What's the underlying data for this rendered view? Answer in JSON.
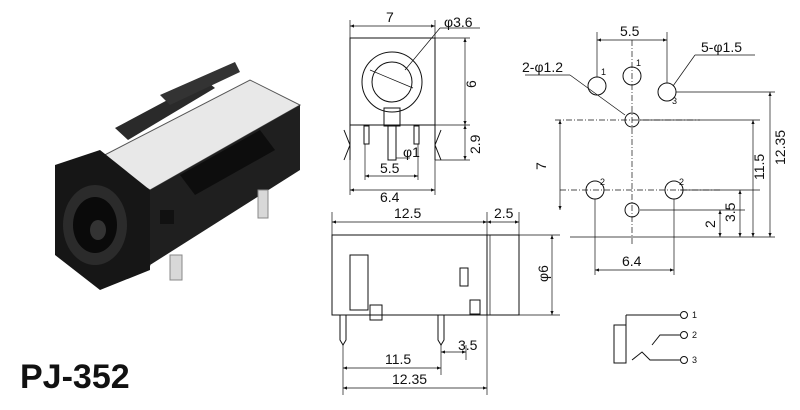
{
  "model": "PJ-352",
  "top_view": {
    "width": "7",
    "hole_dia": "φ3.6",
    "height": "6",
    "pin_len": "2.9",
    "pin_dia": "φ1",
    "pin_span_inner": "5.5",
    "pin_span_outer": "6.4"
  },
  "side_view": {
    "body_len": "12.5",
    "nose_len": "2.5",
    "nose_dia": "φ6",
    "pin_front": "3.5",
    "pin_span_a": "11.5",
    "pin_span_b": "12.35"
  },
  "footprint": {
    "spacing_top": "5.5",
    "holes_a": "5-φ1.5",
    "holes_b": "2-φ1.2",
    "vert_7": "7",
    "vert_11_5": "11.5",
    "vert_12_35": "12.35",
    "vert_2": "2",
    "vert_3_5": "3.5",
    "bottom_span": "6.4",
    "pin_labels": [
      "1",
      "1",
      "3",
      "2",
      "2"
    ]
  },
  "schematic": {
    "pins": [
      "1",
      "2",
      "3"
    ]
  }
}
